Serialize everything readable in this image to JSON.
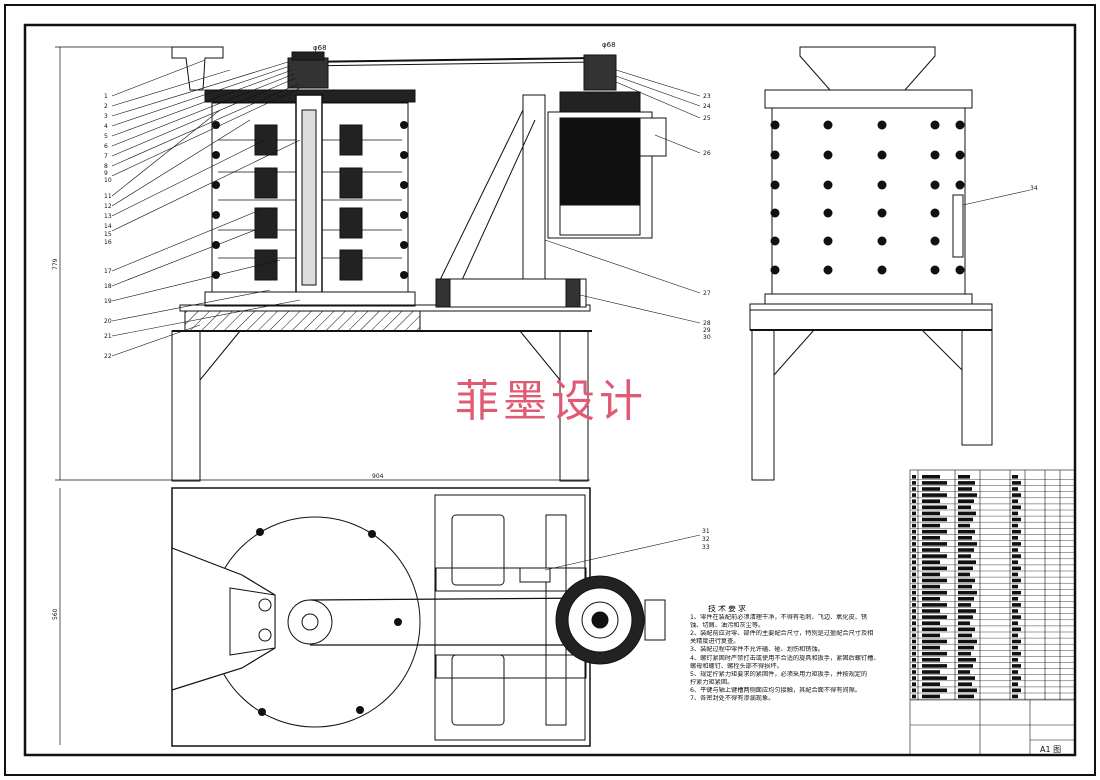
{
  "watermark": "菲墨设计",
  "tech_notes": {
    "title": "技术要求",
    "lines": [
      "1、零件在装配前必须清理干净，不得有毛刺、飞边、氧化皮、锈",
      "蚀、切屑、油污和灰尘等。",
      "2、装配前应对零、部件的主要配合尺寸，特别是过盈配合尺寸及相",
      "关精度进行复查。",
      "3、装配过程中零件不允许磕、碰、划伤和锈蚀。",
      "4、螺钉紧固时严禁打击或使用不合适的旋具和扳手，紧固后螺钉槽、",
      "螺母和螺钉、螺栓头部不得损坏。",
      "5、规定拧紧力矩要求的紧固件，必须采用力矩扳手，并按规定的",
      "拧紧力矩紧固。",
      "6、平键与轴上键槽两侧面应均匀接触，其配合面不得有间隙。",
      "7、各密封处不得有渗漏现象。"
    ]
  },
  "dimensions": {
    "top_width": "φ68",
    "overall_height": "779",
    "front_total_width": "904",
    "plan_depth": "560"
  },
  "leader_labels": {
    "left": [
      "1",
      "2",
      "3",
      "4",
      "5",
      "6",
      "7",
      "8",
      "9",
      "10",
      "11",
      "12",
      "13",
      "14",
      "15",
      "16",
      "17",
      "18",
      "19",
      "20",
      "21",
      "22"
    ],
    "right": [
      "23",
      "24",
      "25",
      "26",
      "27",
      "28",
      "29",
      "30"
    ],
    "side": [
      "34"
    ],
    "plan": [
      "31",
      "32",
      "33"
    ]
  },
  "title_block": {
    "sheet_label": "A1 图"
  },
  "colors": {
    "line": "#111111",
    "watermark": "#e15a74",
    "paper": "#ffffff"
  }
}
